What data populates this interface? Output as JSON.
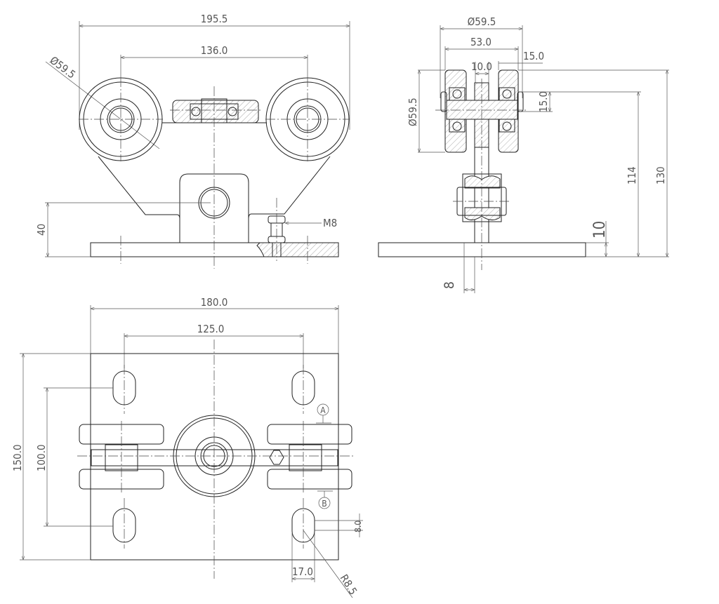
{
  "title": "Sliding gate carriage roller assembly drawing",
  "front_view": {
    "overall_width": "195.5",
    "wheel_spacing": "136.0",
    "wheel_diameter": "Ø59.5",
    "height_to_axle": "40",
    "bolt": "M8"
  },
  "side_view": {
    "wheel_diameter_top": "Ø59.5",
    "wheel_outer_span": "53.0",
    "wheel_width": "15.0",
    "gap": "10.0",
    "axle_offset": "15.0",
    "wheel_diameter_side": "Ø59.5",
    "height_axle": "114",
    "height_total": "130",
    "plate_thickness": "10",
    "stem_width": "8"
  },
  "top_view": {
    "plate_width": "180.0",
    "slot_spacing_x": "125.0",
    "plate_depth": "150.0",
    "slot_spacing_y": "100.0",
    "section_a": "A",
    "section_b": "B",
    "slot_length": "8.0",
    "slot_width": "17.0",
    "slot_radius": "R8.5"
  }
}
